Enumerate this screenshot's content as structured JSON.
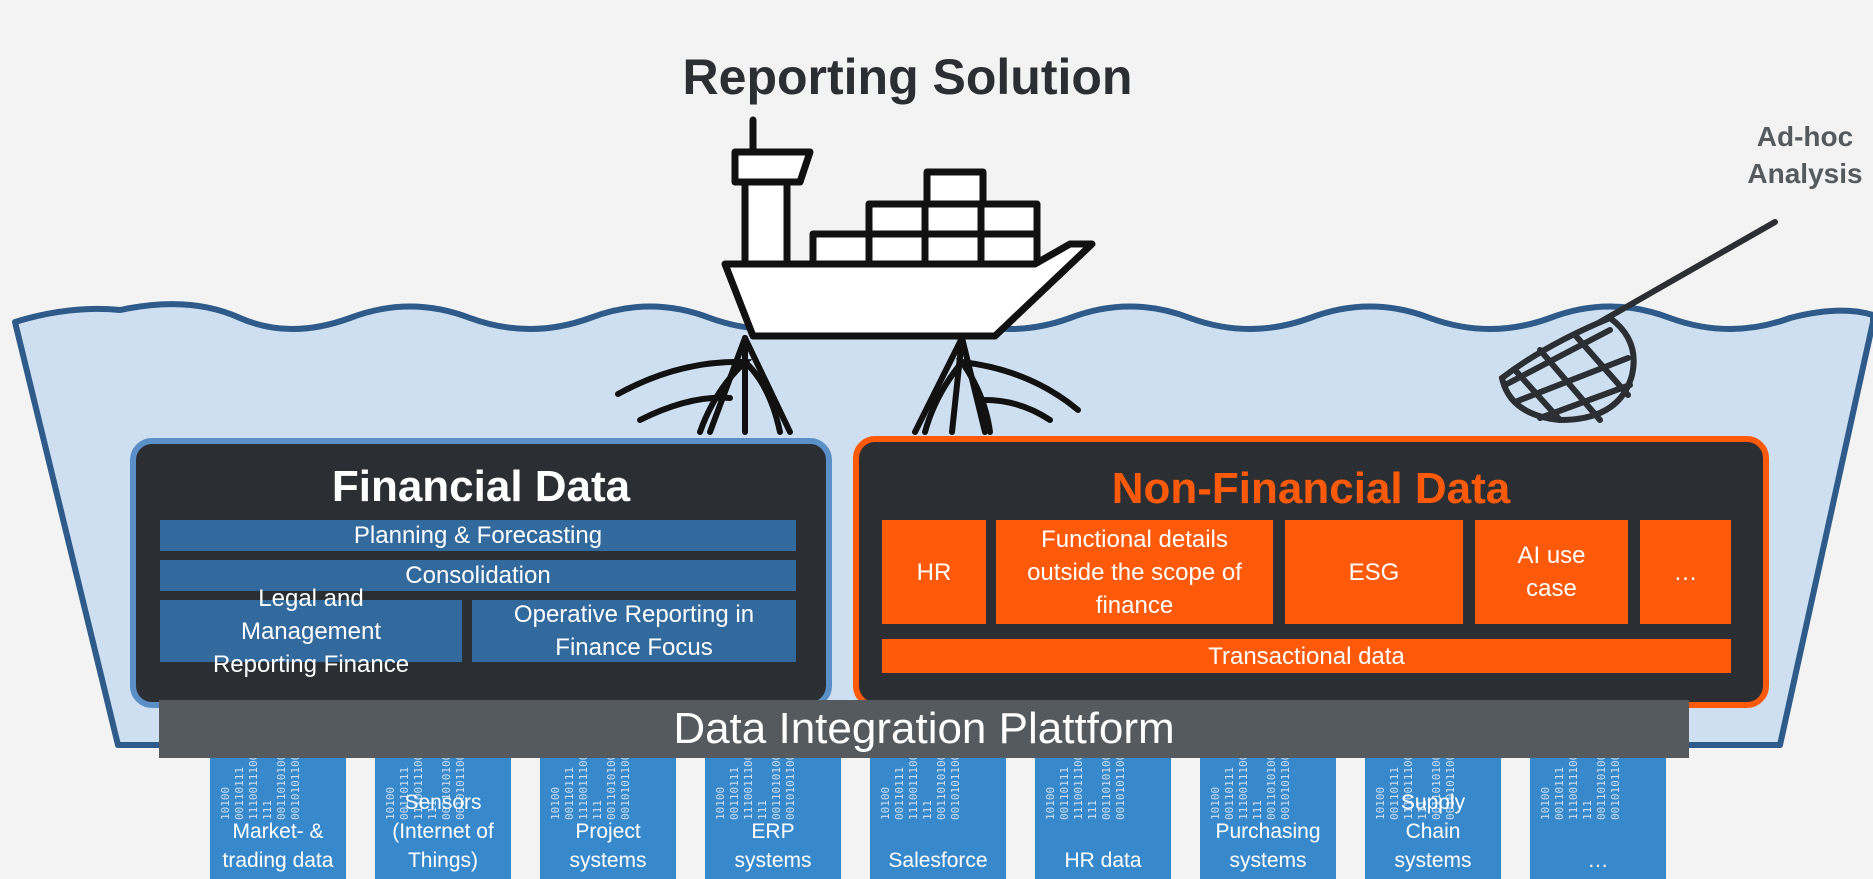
{
  "title": "Reporting Solution",
  "adhoc_label": "Ad-hoc\nAnalysis",
  "financial": {
    "title": "Financial Data",
    "planning": "Planning & Forecasting",
    "consolidation": "Consolidation",
    "legal": "Legal and Management Reporting Finance",
    "operative": "Operative Reporting in Finance Focus"
  },
  "nonfinancial": {
    "title": "Non-Financial Data",
    "boxes": [
      "HR",
      "Functional details outside the scope of finance",
      "ESG",
      "AI use case",
      "…"
    ],
    "transactional": "Transactional data"
  },
  "platform": "Data Integration Plattform",
  "sources": [
    "Market- &\ntrading data",
    "Sensors\n(Internet of\nThings)",
    "Project\nsystems",
    "ERP\nsystems",
    "Salesforce",
    "HR data",
    "Purchasing\nsystems",
    "Supply\nChain\nsystems",
    "…"
  ],
  "binary_lines": [
    "10100",
    "00110111",
    "1110011100",
    "111",
    "0011010100",
    "00101011001"
  ],
  "colors": {
    "background": "#f2f3f2",
    "water": "#cddff0",
    "water_outline": "#2e5b8a",
    "panel_dark": "#2b2f33",
    "financial_accent": "#5a8fc7",
    "financial_bar": "#336a9d",
    "nonfinancial_accent": "#ff5a0a",
    "platform": "#555a5e",
    "source_tile": "#3889cc"
  },
  "icons": [
    "cargo-ship-icon",
    "fishing-net-icon",
    "landing-net-icon"
  ]
}
